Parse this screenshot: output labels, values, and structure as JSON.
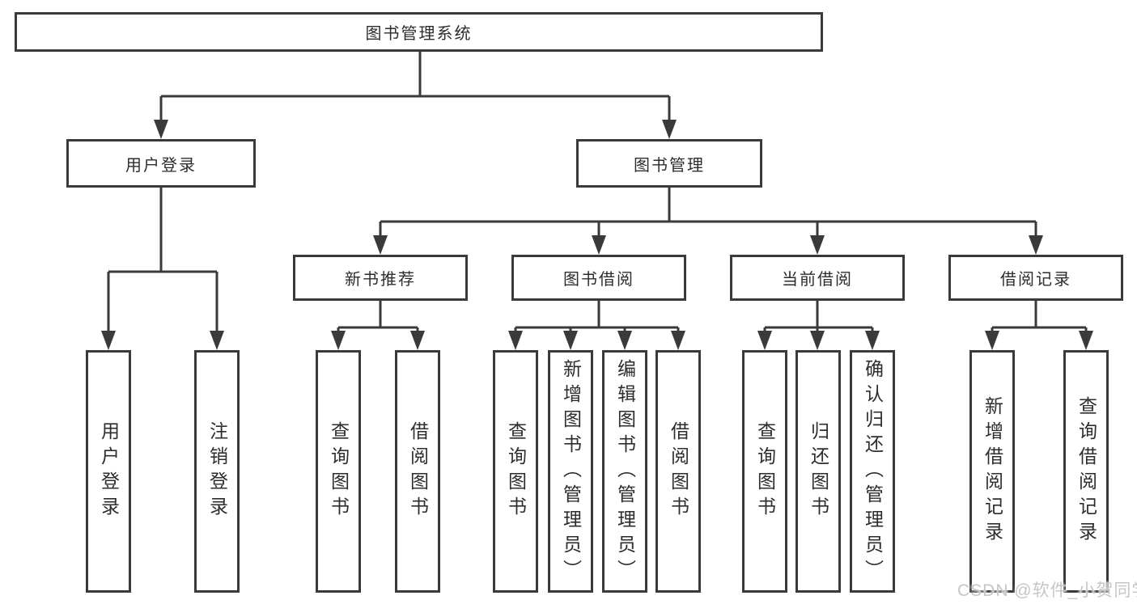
{
  "diagram": {
    "root": "图书管理系统",
    "branches": [
      {
        "label": "用户登录",
        "children": [
          {
            "label": "用户登录"
          },
          {
            "label": "注销登录"
          }
        ]
      },
      {
        "label": "图书管理",
        "children": [
          {
            "label": "新书推荐",
            "children": [
              {
                "label": "查询图书"
              },
              {
                "label": "借阅图书"
              }
            ]
          },
          {
            "label": "图书借阅",
            "children": [
              {
                "label": "查询图书"
              },
              {
                "label": "新增图书（管理员）"
              },
              {
                "label": "编辑图书（管理员）"
              },
              {
                "label": "借阅图书"
              }
            ]
          },
          {
            "label": "当前借阅",
            "children": [
              {
                "label": "查询图书"
              },
              {
                "label": "归还图书"
              },
              {
                "label": "确认归还（管理员）"
              }
            ]
          },
          {
            "label": "借阅记录",
            "children": [
              {
                "label": "新增借阅记录"
              },
              {
                "label": "查询借阅记录"
              }
            ]
          }
        ]
      }
    ]
  },
  "watermark": {
    "text": "CSDN @软件_小贺同学"
  },
  "colors": {
    "line": "#3a3a3a",
    "text": "#2d2d2d",
    "background": "#ffffff",
    "watermark": "#c6c6c6"
  }
}
